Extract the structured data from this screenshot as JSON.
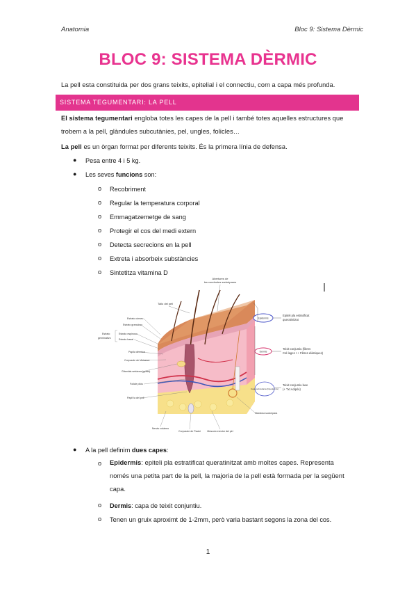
{
  "header": {
    "left": "Anatomia",
    "right": "Bloc 9: Sistema Dèrmic"
  },
  "title": "BLOC 9: SISTEMA DÈRMIC",
  "intro": "La pell esta constituida per dos grans teixits, epitelial i el connectiu, com a capa més profunda.",
  "section_band": "SISTEMA TEGUMENTARI: LA PELL",
  "para1": {
    "bold": "El sistema tegumentari",
    "rest_line1": " engloba totes les capes de la pell i també totes aquelles estructures que",
    "line2": "trobem a la pell, glàndules subcutànies, pel, ungles, folicles…"
  },
  "para2": {
    "bold": "La pell",
    "rest": " es un òrgan format per diferents teixits. És la primera línia de defensa."
  },
  "bullet1": "Pesa entre 4 i 5 kg.",
  "bullet2": {
    "pre": "Les seves ",
    "bold": "funcions",
    "post": " son:"
  },
  "functions": [
    "Recobriment",
    "Regular la temperatura corporal",
    "Emmagatzemetge de sang",
    "Protegir el cos del medi extern",
    "Detecta secrecions en la pell",
    "Extreta i absorbeix substàncies",
    "Sintetitza vitamina D"
  ],
  "diagram": {
    "labels_top": [
      "Abertures de",
      "les conductes sudoripares"
    ],
    "label_hair": "Tallo del pell",
    "left_labels": [
      "Estrato córneo",
      "Estrato granuloso",
      "Estrato espinoso",
      "Estrato basal",
      "Papila dèrmica",
      "Corpuscle de Meissner",
      "Glàndula sebàcea (grasa)",
      "Folicle pilós",
      "Papil·la del pell"
    ],
    "bracket_label": [
      "Estrato",
      "germinativo"
    ],
    "bottom_labels": [
      "Nervio cutáneo",
      "Corpuscle de Pacini",
      "Músculo erector del pèl",
      "Glàndula sudorípara"
    ],
    "layer_tags": [
      "Epidermis",
      "Dermis",
      "Capa subcutània (hipodermis)"
    ],
    "layer_desc": [
      [
        "Epiteli pla estratificat",
        "queratinitzat"
      ],
      [
        "Teixit conjuntiu (fibres",
        "Col·lagen I + Fibres elàstiques)"
      ],
      [
        "Teixit conjuntiu laxe",
        "(+ Txt Adipós)"
      ]
    ],
    "colors": {
      "epidermis": "#d9895a",
      "dermis": "#f2a9b8",
      "hypodermis": "#f6e38a",
      "accent": "#e3348e",
      "tag_epi": "#4a55c8",
      "tag_derm": "#d6336c"
    }
  },
  "bullet3": {
    "pre": "A la pell definim ",
    "bold": "dues capes",
    "post": ":"
  },
  "layers": [
    {
      "bold": "Epidermis",
      "line1": ": epiteli pla estratificat queratinitzat amb moltes capes. Representa",
      "line2": "només una petita part de la pell, la majoria de la pell està formada per la següent",
      "line3": "capa."
    },
    {
      "bold": "Dermis",
      "line1": ": capa de teixit conjuntiu."
    },
    {
      "line1": "Tenen un gruix aproximt de 1-2mm, però varia bastant segons la zona del cos."
    }
  ],
  "page_number": "1"
}
